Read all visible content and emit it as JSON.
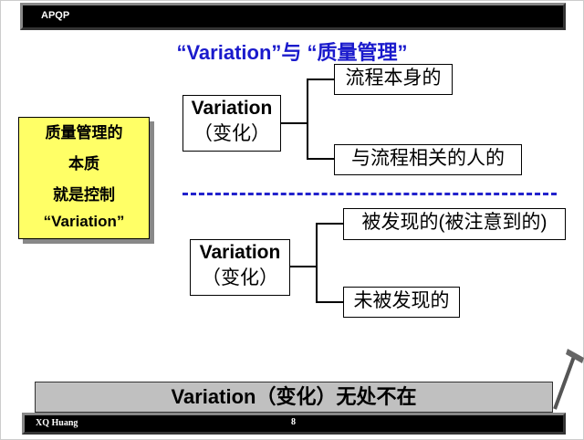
{
  "header": {
    "label": "APQP"
  },
  "title": "“Variation”与 “质量管理”",
  "side_box": {
    "lines": [
      "质量管理的",
      "本质",
      "就是控制",
      "“Variation”"
    ]
  },
  "tree1": {
    "root": [
      "Variation",
      "（变化）"
    ],
    "children": [
      "流程本身的",
      "与流程相关的人的"
    ]
  },
  "tree2": {
    "root": [
      "Variation",
      "（变化）"
    ],
    "children": [
      "被发现的(被注意到的)",
      "未被发现的"
    ]
  },
  "banner": "Variation（变化）无处不在",
  "footer": {
    "author": "XQ Huang",
    "page": "8"
  },
  "colors": {
    "title": "#1a1acc",
    "highlight": "#ffff66",
    "dash": "#2222cc"
  }
}
